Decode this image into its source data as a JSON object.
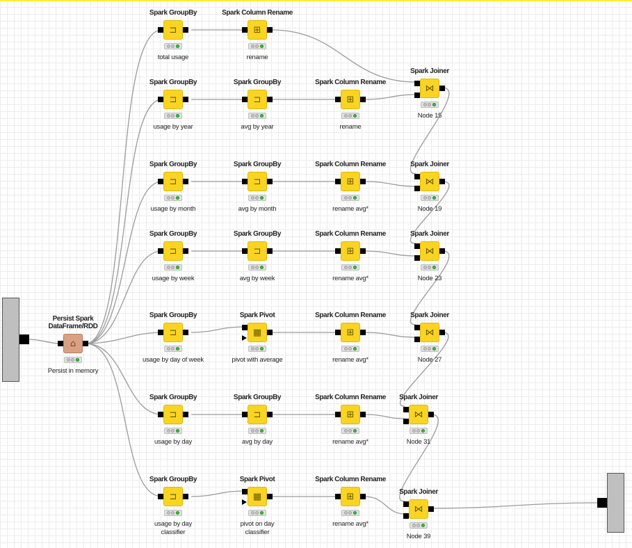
{
  "colors": {
    "spark_node": "#f9d423",
    "persist_node": "#d9a083",
    "connection": "#9a9a9a",
    "status_green": "#3ebd3e"
  },
  "nodes": {
    "persist": {
      "title": "Persist Spark DataFrame/RDD",
      "label": "Persist in memory",
      "icon": "persist-icon"
    },
    "r1_groupby": {
      "title": "Spark GroupBy",
      "label": "total usage",
      "icon": "groupby-icon"
    },
    "r1_rename": {
      "title": "Spark Column Rename",
      "label": "rename",
      "icon": "column-rename-icon"
    },
    "r2_groupby": {
      "title": "Spark GroupBy",
      "label": "usage by year",
      "icon": "groupby-icon"
    },
    "r2_groupby2": {
      "title": "Spark GroupBy",
      "label": "avg by year",
      "icon": "groupby-icon"
    },
    "r2_rename": {
      "title": "Spark Column Rename",
      "label": "rename",
      "icon": "column-rename-icon"
    },
    "r2_joiner": {
      "title": "Spark Joiner",
      "label": "Node 15",
      "icon": "joiner-icon"
    },
    "r3_groupby": {
      "title": "Spark GroupBy",
      "label": "usage by month",
      "icon": "groupby-icon"
    },
    "r3_groupby2": {
      "title": "Spark GroupBy",
      "label": "avg by month",
      "icon": "groupby-icon"
    },
    "r3_rename": {
      "title": "Spark Column Rename",
      "label": "rename avg*",
      "icon": "column-rename-icon"
    },
    "r3_joiner": {
      "title": "Spark Joiner",
      "label": "Node 19",
      "icon": "joiner-icon"
    },
    "r4_groupby": {
      "title": "Spark GroupBy",
      "label": "usage by week",
      "icon": "groupby-icon"
    },
    "r4_groupby2": {
      "title": "Spark GroupBy",
      "label": "avg by week",
      "icon": "groupby-icon"
    },
    "r4_rename": {
      "title": "Spark Column Rename",
      "label": "rename avg*",
      "icon": "column-rename-icon"
    },
    "r4_joiner": {
      "title": "Spark Joiner",
      "label": "Node 23",
      "icon": "joiner-icon"
    },
    "r5_groupby": {
      "title": "Spark GroupBy",
      "label": "usage by day of week",
      "icon": "groupby-icon"
    },
    "r5_pivot": {
      "title": "Spark Pivot",
      "label": "pivot with average",
      "icon": "pivot-icon"
    },
    "r5_rename": {
      "title": "Spark Column Rename",
      "label": "rename avg*",
      "icon": "column-rename-icon"
    },
    "r5_joiner": {
      "title": "Spark Joiner",
      "label": "Node 27",
      "icon": "joiner-icon"
    },
    "r6_groupby": {
      "title": "Spark GroupBy",
      "label": "usage by day",
      "icon": "groupby-icon"
    },
    "r6_groupby2": {
      "title": "Spark GroupBy",
      "label": "avg by day",
      "icon": "groupby-icon"
    },
    "r6_rename": {
      "title": "Spark Column Rename",
      "label": "rename avg*",
      "icon": "column-rename-icon"
    },
    "r6_joiner": {
      "title": "Spark Joiner",
      "label": "Node 31",
      "icon": "joiner-icon"
    },
    "r7_groupby": {
      "title": "Spark GroupBy",
      "label": "usage by day classifier",
      "icon": "groupby-icon"
    },
    "r7_pivot": {
      "title": "Spark Pivot",
      "label": "pivot on day classifier",
      "icon": "pivot-icon"
    },
    "r7_rename": {
      "title": "Spark Column Rename",
      "label": "rename avg*",
      "icon": "column-rename-icon"
    },
    "r7_joiner": {
      "title": "Spark Joiner",
      "label": "Node 39",
      "icon": "joiner-icon"
    }
  }
}
